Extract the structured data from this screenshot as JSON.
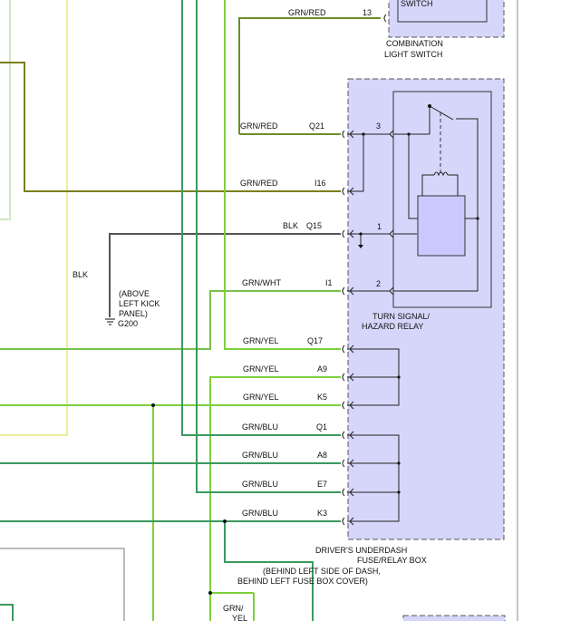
{
  "title": "",
  "colors": {
    "grn_red": "#6a8e2c",
    "olive": "#7a7f1a",
    "blk": "#555555",
    "grn_wht": "#78c24a",
    "grn_yel": "#7ed03c",
    "grn_blu": "#3a9a5e",
    "yellow_wire": "#eeee99",
    "pale_green": "#cfe6c2",
    "gray_wire": "#bbbbbb",
    "box_fill": "#d6d6fb"
  },
  "combination_switch": {
    "top_label": "SWITCH",
    "name_line1": "COMBINATION",
    "name_line2": "LIGHT SWITCH",
    "pin": "13",
    "wire_color": "GRN/RED"
  },
  "relay": {
    "name_line1": "TURN SIGNAL/",
    "name_line2": "HAZARD RELAY",
    "pins": [
      "3",
      "1",
      "2"
    ]
  },
  "fuse_box": {
    "line1": "DRIVER'S UNDERDASH",
    "line2": "FUSE/RELAY BOX",
    "loc1": "(BEHIND LEFT SIDE OF DASH,",
    "loc2": "BEHIND LEFT FUSE BOX COVER)"
  },
  "ground": {
    "wire": "BLK",
    "loc1": "(ABOVE",
    "loc2": "LEFT KICK",
    "loc3": "PANEL)",
    "name": "G200"
  },
  "connectors": [
    {
      "wire": "GRN/RED",
      "pin": "Q21"
    },
    {
      "wire": "GRN/RED",
      "pin": "I16"
    },
    {
      "wire": "BLK",
      "pin": "Q15"
    },
    {
      "wire": "GRN/WHT",
      "pin": "I1"
    },
    {
      "wire": "GRN/YEL",
      "pin": "Q17"
    },
    {
      "wire": "GRN/YEL",
      "pin": "A9"
    },
    {
      "wire": "GRN/YEL",
      "pin": "K5"
    },
    {
      "wire": "GRN/BLU",
      "pin": "Q1"
    },
    {
      "wire": "GRN/BLU",
      "pin": "A8"
    },
    {
      "wire": "GRN/BLU",
      "pin": "E7"
    },
    {
      "wire": "GRN/BLU",
      "pin": "K3"
    }
  ],
  "bottom_label": {
    "line1": "GRN/",
    "line2": "YEL"
  }
}
